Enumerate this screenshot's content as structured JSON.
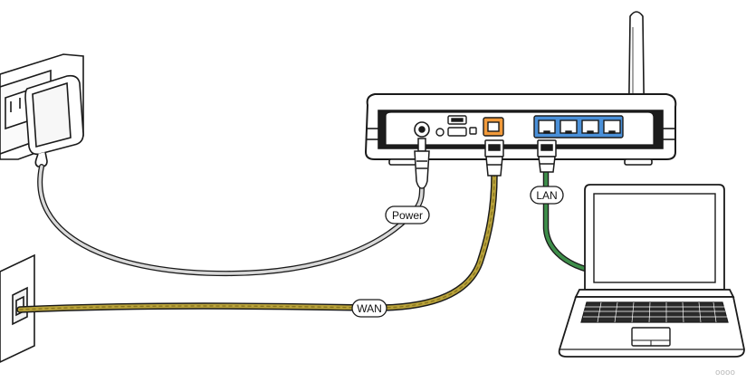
{
  "diagram": {
    "labels": {
      "power": "Power",
      "wan": "WAN",
      "lan": "LAN"
    },
    "watermark": "oooo",
    "colors": {
      "outline": "#1a1a1a",
      "power_cable": "#d9d9d9",
      "wan_cable": "#b8a23a",
      "wan_cable_dark": "#8a7620",
      "lan_cable": "#3e8e4a",
      "wan_port": "#f29a3a",
      "lan_ports": "#4a90d9"
    }
  }
}
